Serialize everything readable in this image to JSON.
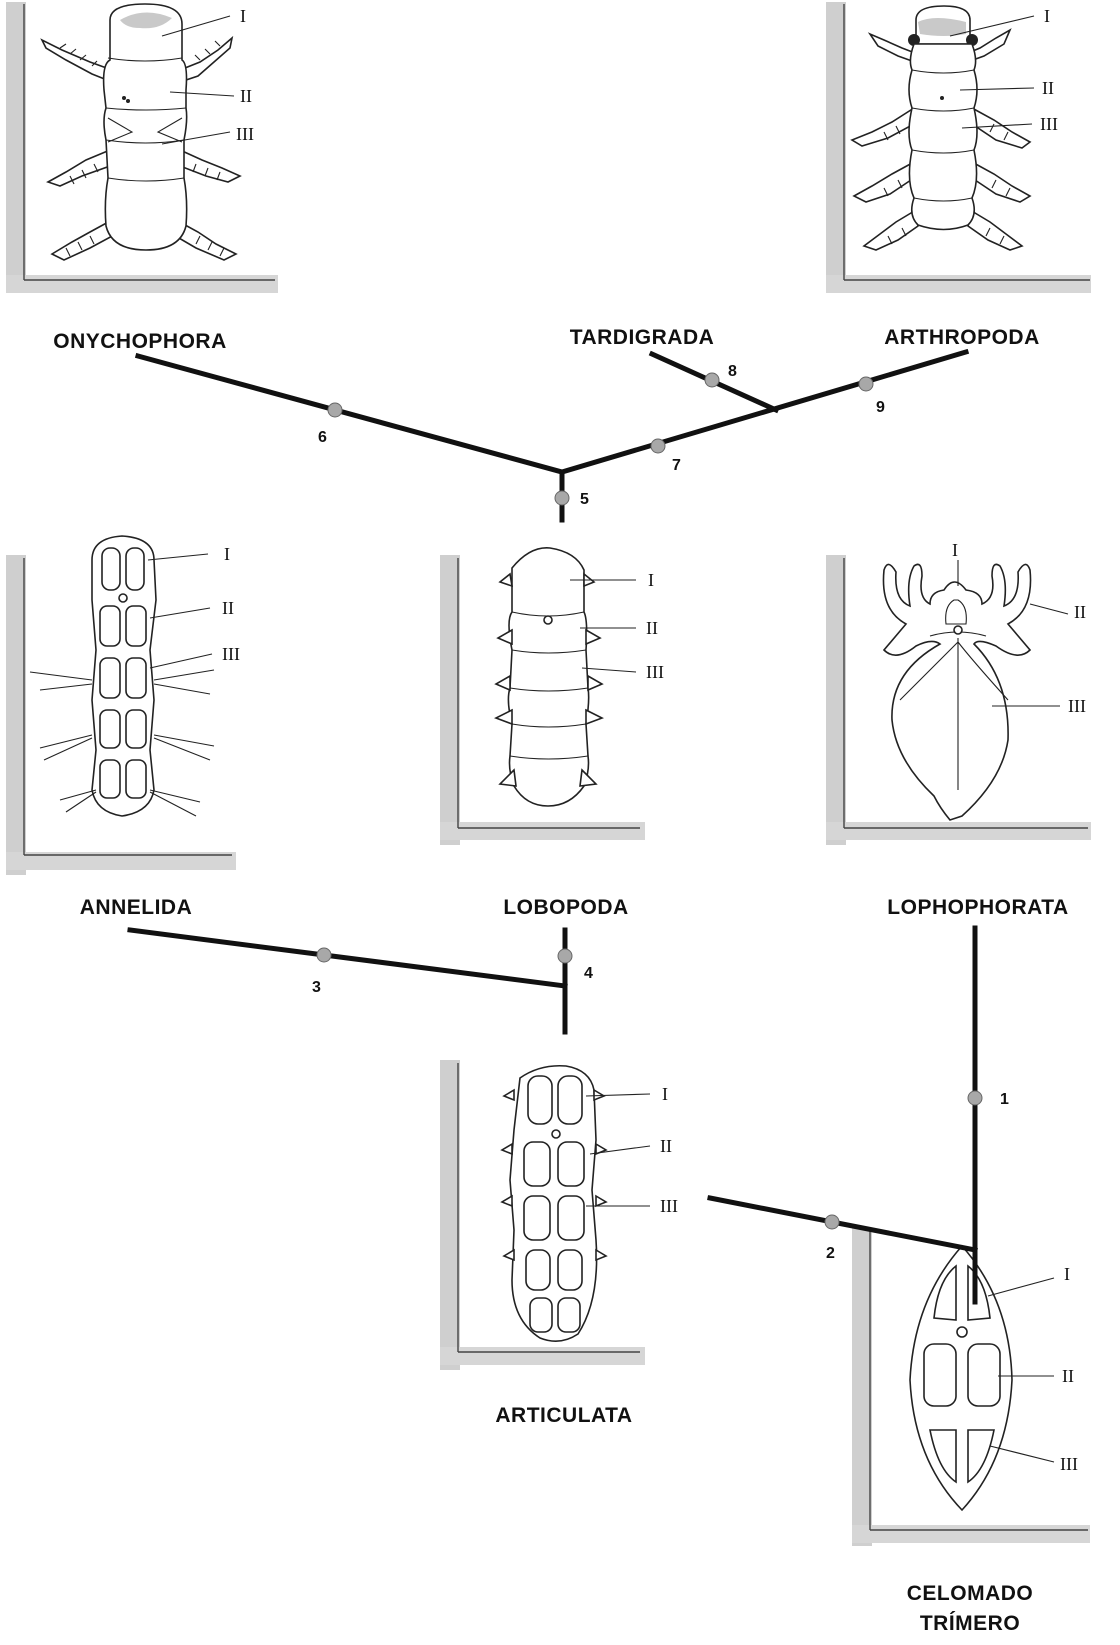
{
  "taxa": {
    "onychophora": "ONYCHOPHORA",
    "tardigrada": "TARDIGRADA",
    "arthropoda": "ARTHROPODA",
    "annelida": "ANNELIDA",
    "lobopoda": "LOBOPODA",
    "lophophorata": "LOPHOPHORATA",
    "articulata": "ARTICULATA",
    "celomado_line1": "CELOMADO",
    "celomado_line2": "TRÍMERO"
  },
  "nodes": {
    "n1": "1",
    "n2": "2",
    "n3": "3",
    "n4": "4",
    "n5": "5",
    "n6": "6",
    "n7": "7",
    "n8": "8",
    "n9": "9"
  },
  "regions": {
    "r1": "I",
    "r2": "II",
    "r3": "III"
  }
}
